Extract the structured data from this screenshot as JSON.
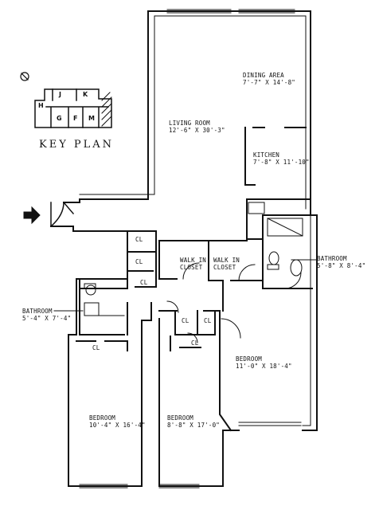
{
  "key_plan": {
    "title": "KEY PLAN",
    "units": [
      "J",
      "K",
      "H",
      "G",
      "F",
      "M"
    ]
  },
  "rooms": {
    "dining": {
      "name": "DINING AREA",
      "dims": "7'-7\" X 14'-8\""
    },
    "living": {
      "name": "LIVING ROOM",
      "dims": "12'-6\" X 30'-3\""
    },
    "kitchen": {
      "name": "KITCHEN",
      "dims": "7'-8\" X 11'-10\""
    },
    "walkin1": {
      "name": "WALK IN",
      "name2": "CLOSET"
    },
    "walkin2": {
      "name": "WALK IN",
      "name2": "CLOSET"
    },
    "bath_right": {
      "name": "BATHROOM",
      "dims": "5'-8\" X 8'-4\""
    },
    "bath_left": {
      "name": "BATHROOM",
      "dims": "5'-4\" X 7'-4\""
    },
    "bedroom_right": {
      "name": "BEDROOM",
      "dims": "11'-0\" X 18'-4\""
    },
    "bedroom_left": {
      "name": "BEDROOM",
      "dims": "10'-4\" X 16'-4\""
    },
    "bedroom_mid": {
      "name": "BEDROOM",
      "dims": "8'-8\" X 17'-0\""
    }
  },
  "closet_label": "CL"
}
